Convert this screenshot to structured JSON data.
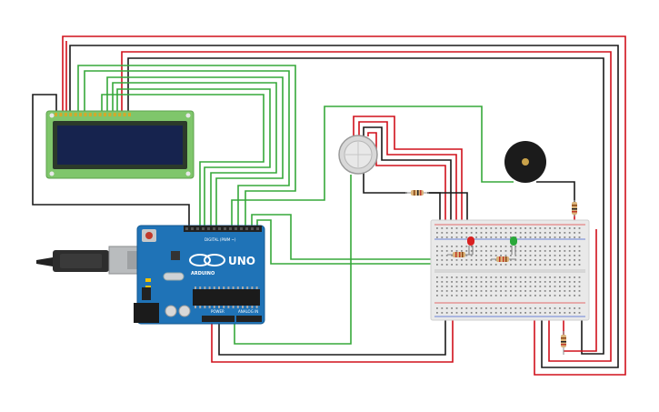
{
  "arduino": {
    "brand": "ARDUINO",
    "model": "UNO",
    "digital_label": "DIGITAL (PWM ~)",
    "power_label": "POWER",
    "analog_label": "ANALOG IN",
    "color": "#1f73b7"
  },
  "lcd": {
    "board_color": "#7fc66b",
    "screen_color": "#16234e"
  },
  "wire_colors": {
    "red": "#d0101b",
    "black": "#1a1a1a",
    "green": "#36a83a"
  },
  "leds": {
    "red": "#d92020",
    "green": "#2aa83a"
  }
}
